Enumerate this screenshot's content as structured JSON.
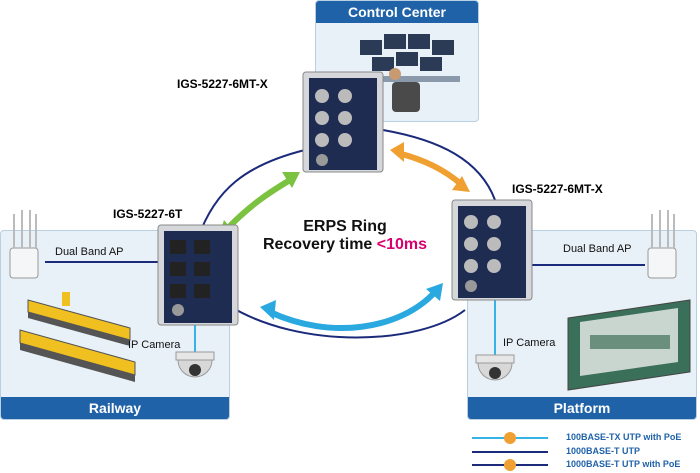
{
  "control_center": {
    "title": "Control Center"
  },
  "railway": {
    "title": "Railway"
  },
  "platform": {
    "title": "Platform"
  },
  "devices": {
    "top": "IGS-5227-6MT-X",
    "left": "IGS-5227-6T",
    "right": "IGS-5227-6MT-X"
  },
  "labels": {
    "ap_left": "Dual Band AP",
    "ap_right": "Dual Band AP",
    "cam_left": "IP Camera",
    "cam_right": "IP Camera"
  },
  "ring": {
    "line1": "ERPS Ring",
    "line2_prefix": "Recovery time ",
    "line2_value": "<10ms",
    "value_color": "#d6006e"
  },
  "legend": [
    {
      "text": "100BASE-TX UTP with PoE",
      "color": "#36b4e5",
      "poe": true
    },
    {
      "text": "1000BASE-T UTP",
      "color": "#1b2a7a",
      "poe": false
    },
    {
      "text": "1000BASE-T UTP with PoE",
      "color": "#1b2a7a",
      "poe": true
    }
  ],
  "colors": {
    "accent": "#1f62a8",
    "ring_line": "#1b2a7a",
    "poe_line": "#36b4e5",
    "arrow_green": "#7cc241",
    "arrow_orange": "#f0a030",
    "arrow_blue": "#2aa8e0"
  }
}
